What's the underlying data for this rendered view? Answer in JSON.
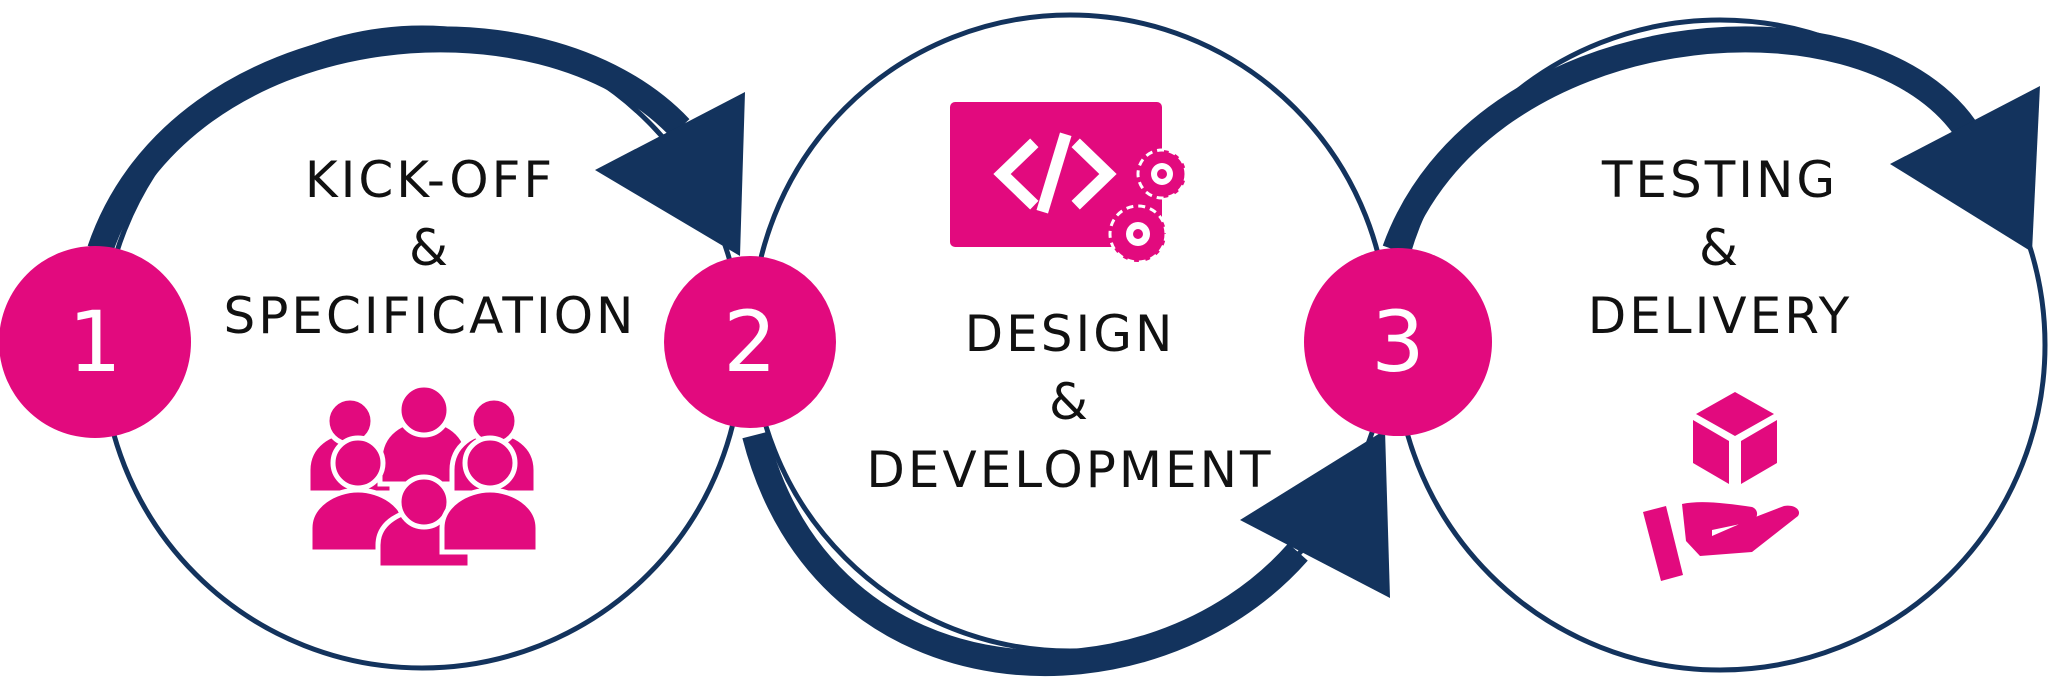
{
  "colors": {
    "navy": "#13335d",
    "magenta": "#e20a7e",
    "text": "#111111",
    "background": "#ffffff"
  },
  "stages": [
    {
      "number": "1",
      "lines": [
        "KICK-OFF",
        "&",
        "SPECIFICATION"
      ],
      "icon": "team-people-icon"
    },
    {
      "number": "2",
      "lines": [
        "DESIGN",
        "&",
        "DEVELOPMENT"
      ],
      "icon": "code-gears-icon"
    },
    {
      "number": "3",
      "lines": [
        "TESTING",
        "&",
        "DELIVERY"
      ],
      "icon": "hand-box-icon"
    }
  ]
}
